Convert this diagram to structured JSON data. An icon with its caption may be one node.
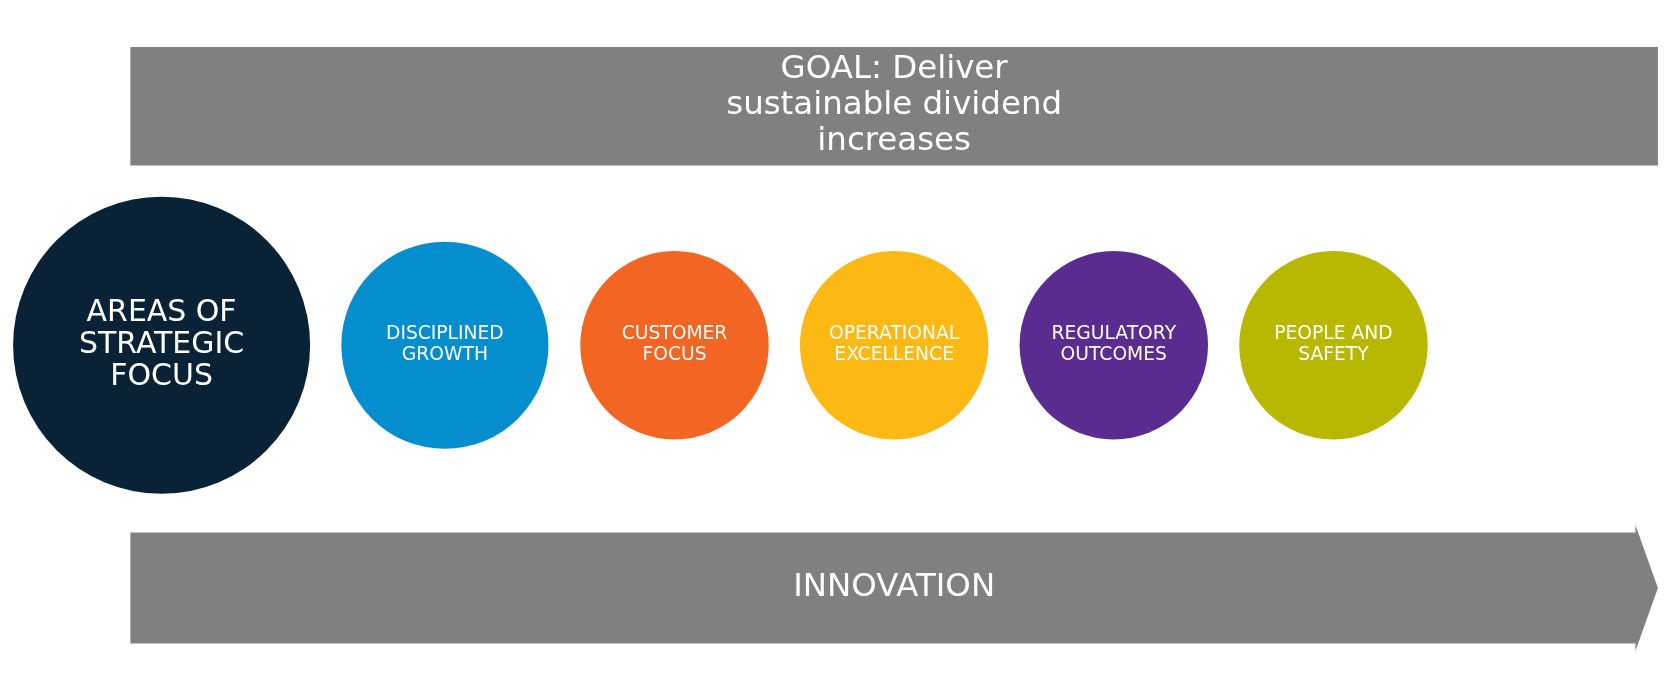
{
  "diagram": {
    "nodes": [
      {
        "text": [
          "GOAL: Deliver sustainable dividend increases"
        ]
      },
      {
        "text": [
          "AREAS OF STRATEGIC FOCUS"
        ]
      },
      {
        "text": [
          "DISCIPLINED GROWTH"
        ]
      },
      {
        "text": [
          "CUSTOMER FOCUS"
        ]
      },
      {
        "text": [
          "OPERATIONAL EXCELLENCE"
        ]
      },
      {
        "text": [
          "REGULATORY OUTCOMES"
        ]
      },
      {
        "text": [
          "PEOPLE AND SAFETY"
        ]
      },
      {
        "text": [
          "INNOVATION"
        ]
      }
    ],
    "edges": []
  }
}
